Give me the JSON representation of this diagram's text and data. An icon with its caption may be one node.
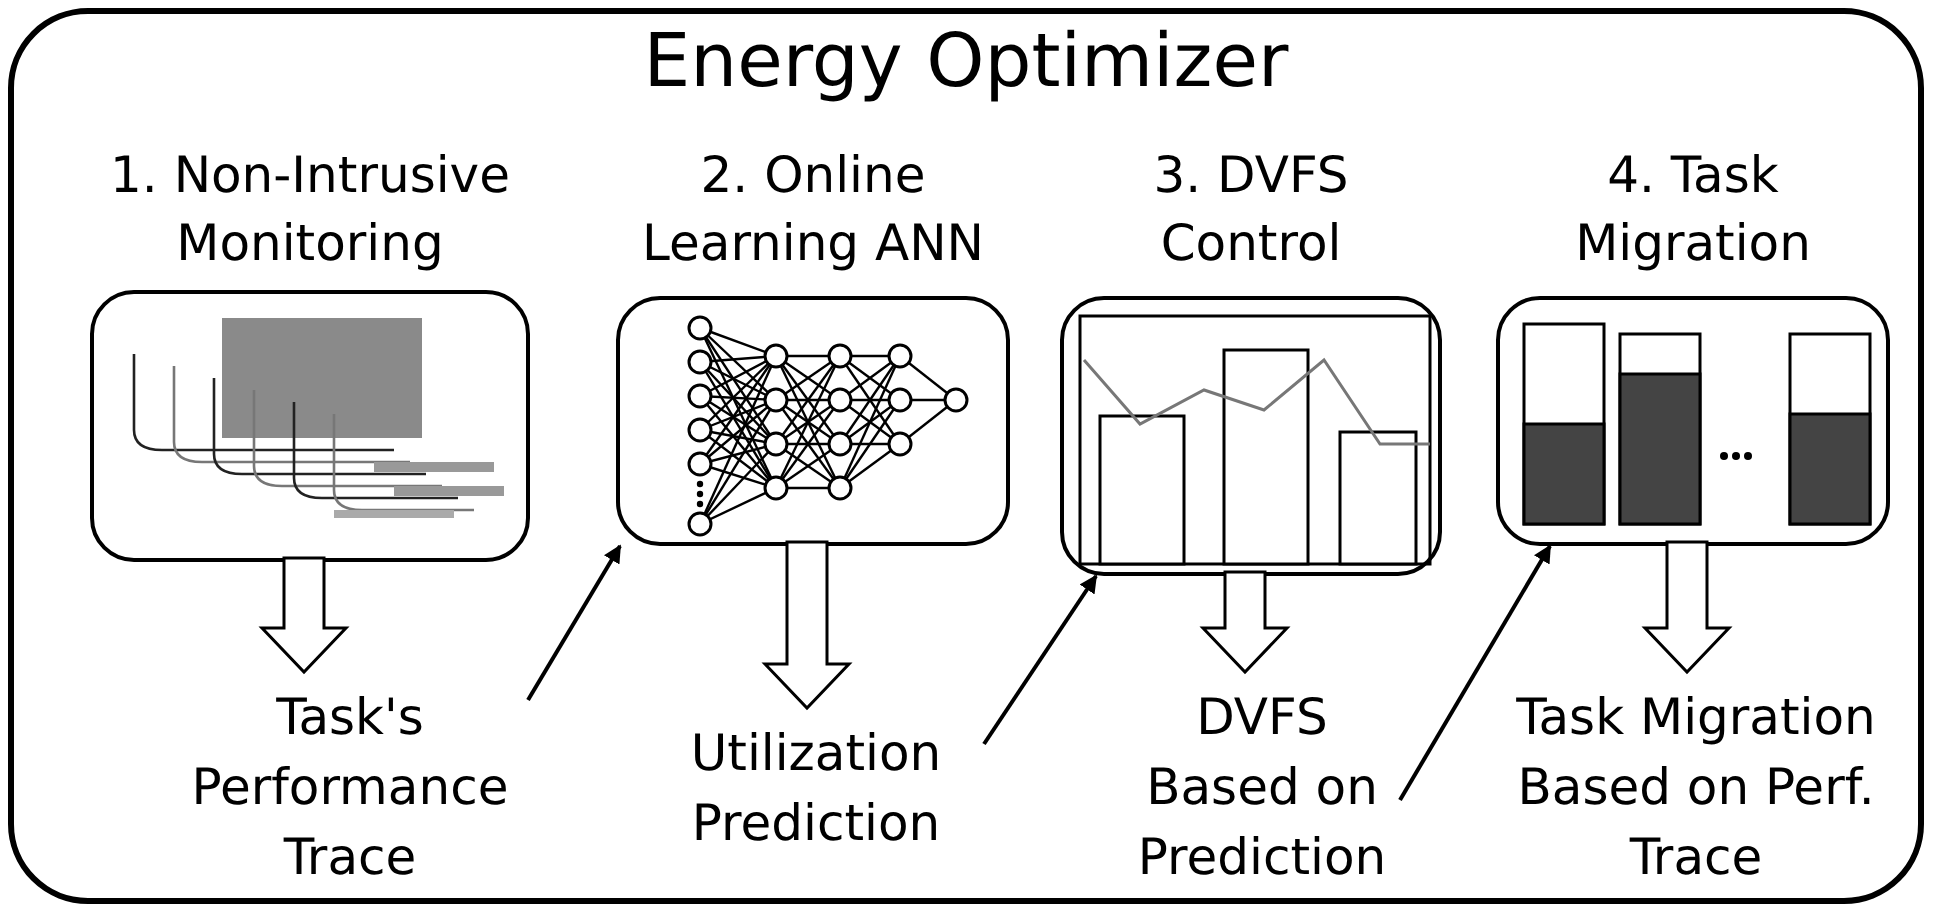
{
  "diagram": {
    "nodes": [
      {
        "text": [
          "Energy Optimizer"
        ]
      },
      {
        "text": [
          "1. Non-Intrusive Monitoring"
        ],
        "in": 0
      },
      {
        "text": [
          "2. Online Learning ANN"
        ],
        "in": 0
      },
      {
        "text": [
          "3. DVFS Control"
        ],
        "in": 0
      },
      {
        "text": [
          "4. Task Migration"
        ],
        "in": 0
      },
      {
        "text": [
          "Task's Performance Trace"
        ],
        "in": 0
      },
      {
        "text": [
          "Utilization Prediction"
        ],
        "in": 0
      },
      {
        "text": [
          "DVFS Based on Prediction"
        ],
        "in": 0
      },
      {
        "text": [
          "Task Migration Based on Perf. Trace"
        ],
        "in": 0
      }
    ],
    "edges": [
      {
        "from": 1,
        "to": 5,
        "arrow": "to",
        "style": "thick"
      },
      {
        "from": 2,
        "to": 6,
        "arrow": "to",
        "style": "thick"
      },
      {
        "from": 3,
        "to": 7,
        "arrow": "to",
        "style": "thick"
      },
      {
        "from": 4,
        "to": 8,
        "arrow": "to",
        "style": "thick"
      },
      {
        "from": 5,
        "to": 2,
        "arrow": "to"
      },
      {
        "from": 6,
        "to": 3,
        "arrow": "to"
      },
      {
        "from": 7,
        "to": 4,
        "arrow": "to"
      }
    ]
  }
}
